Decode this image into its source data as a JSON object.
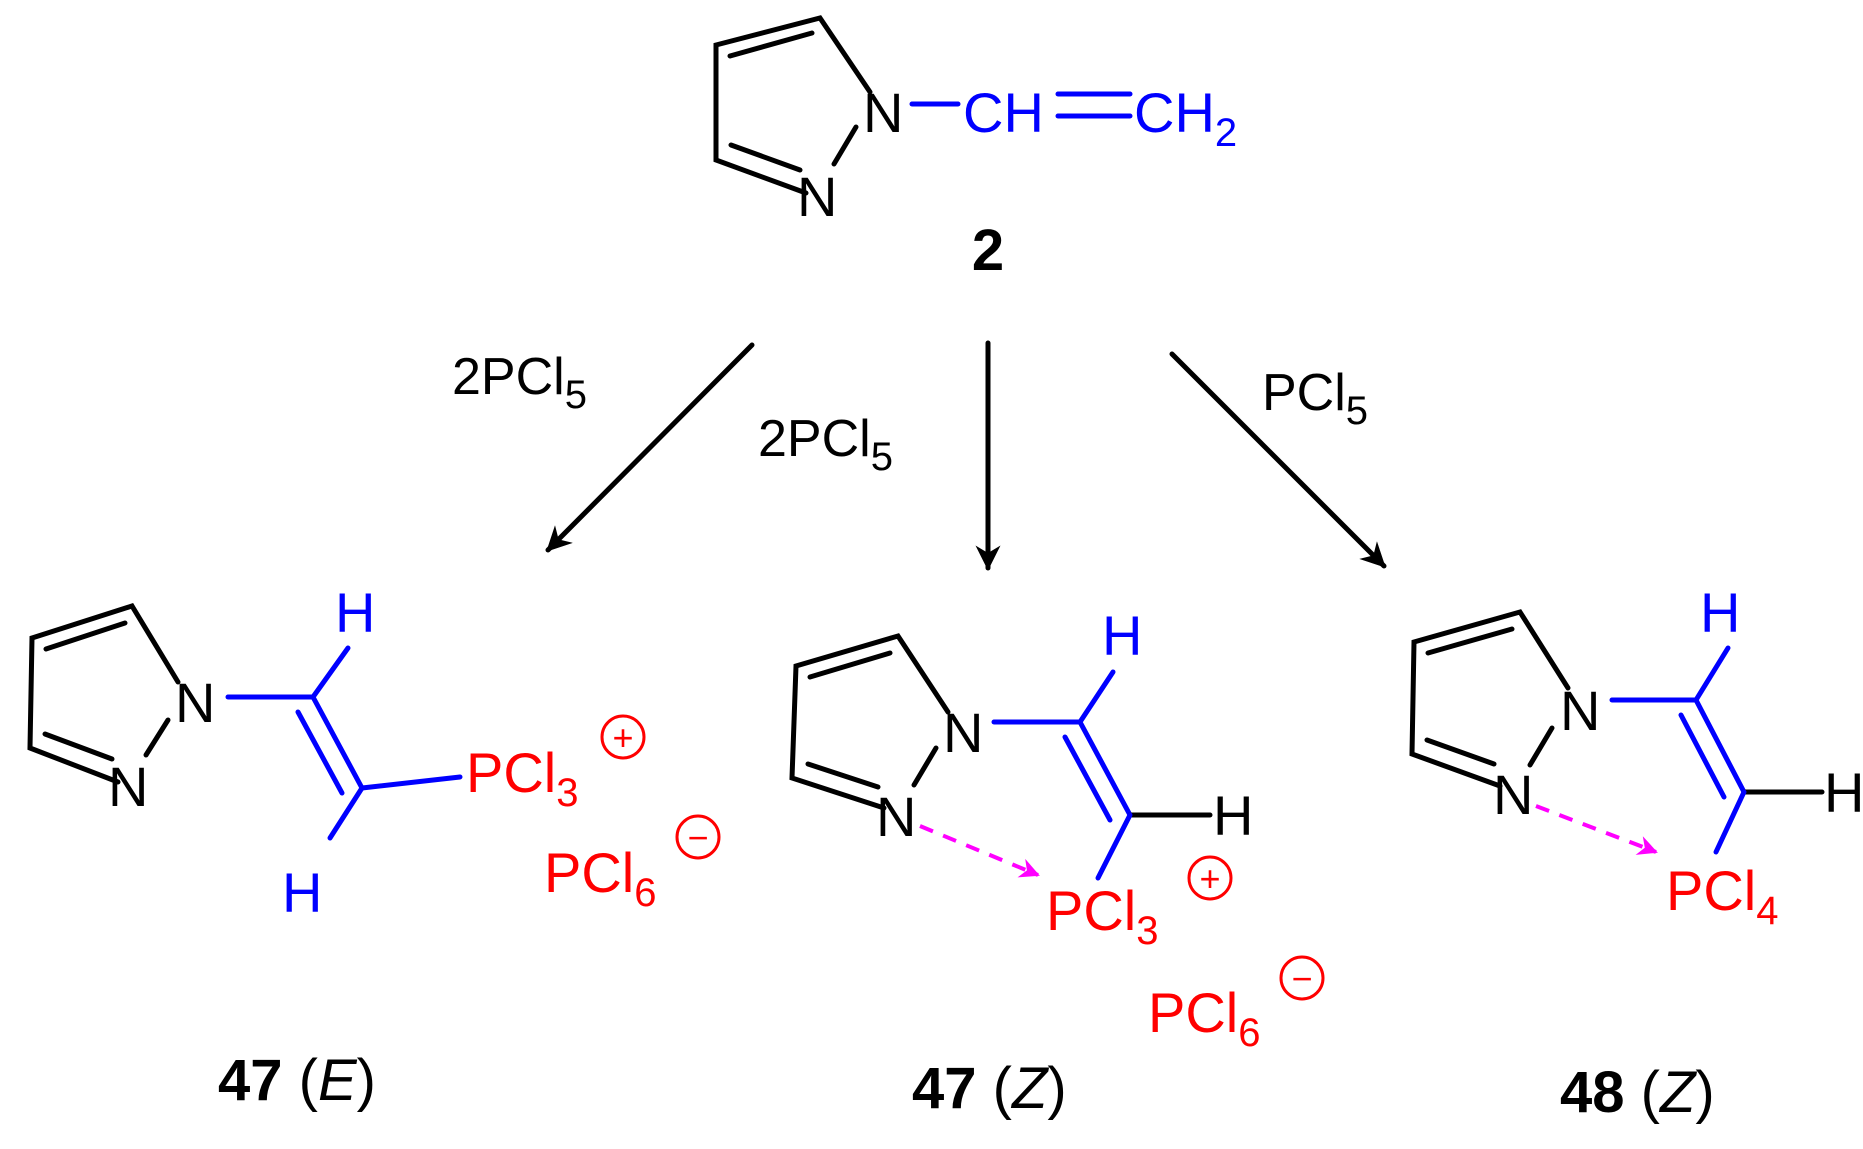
{
  "colors": {
    "black": "#000000",
    "vinyl_blue": "#0000ff",
    "phosphorus_red": "#ff0000",
    "coordination_magenta": "#ff00ff"
  },
  "starting_material": {
    "label": "2",
    "n1": "N",
    "n2": "N",
    "vinyl_ch": "CH",
    "vinyl_ch2": "CH",
    "ch2_subscript": "2"
  },
  "reagents": {
    "left": {
      "text": "2PCl",
      "subscript": "5"
    },
    "middle": {
      "text": "2PCl",
      "subscript": "5"
    },
    "right": {
      "text": "PCl",
      "subscript": "5"
    }
  },
  "products": [
    {
      "number": "47",
      "isomer": "E",
      "n1": "N",
      "n2": "N",
      "h_top": "H",
      "h_bottom": "H",
      "cation": {
        "text": "PCl",
        "subscript": "3",
        "charge": "+"
      },
      "anion": {
        "text": "PCl",
        "subscript": "6",
        "charge": "−"
      }
    },
    {
      "number": "47",
      "isomer": "Z",
      "n1": "N",
      "n2": "N",
      "h_top": "H",
      "h_right": "H",
      "cation": {
        "text": "PCl",
        "subscript": "3",
        "charge": "+"
      },
      "anion": {
        "text": "PCl",
        "subscript": "6",
        "charge": "−"
      }
    },
    {
      "number": "48",
      "isomer": "Z",
      "n1": "N",
      "n2": "N",
      "h_top": "H",
      "h_right": "H",
      "neutral": {
        "text": "PCl",
        "subscript": "4"
      }
    }
  ]
}
